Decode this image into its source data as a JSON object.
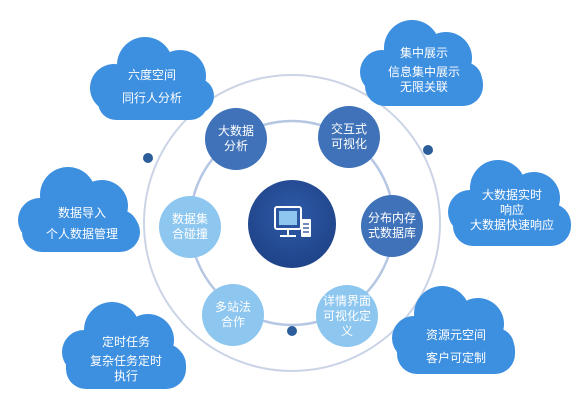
{
  "colors": {
    "cloud_blue": "#3d8fe0",
    "cloud_light": "#8ac3f0",
    "ring": "#c9d3e6",
    "inner_dark": "#3f72b8",
    "inner_mid": "#4a8ad0",
    "inner_light": "#8dc6ef",
    "center": "#254c97",
    "dot": "#2b5e9a"
  },
  "center": {
    "icon": "computer-monitor-icon"
  },
  "clouds": [
    {
      "name": "top-left",
      "lines": [
        "六度空间",
        "同行人分析"
      ]
    },
    {
      "name": "top-right",
      "lines": [
        "集中展示",
        "信息集中展示",
        "无限关联"
      ]
    },
    {
      "name": "mid-left",
      "lines": [
        "数据导入",
        "个人数据管理"
      ]
    },
    {
      "name": "mid-right",
      "lines": [
        "大数据实时",
        "响应",
        "大数据快速响应"
      ]
    },
    {
      "name": "bottom-left",
      "lines": [
        "定时任务",
        "复杂任务定时",
        "执行"
      ]
    },
    {
      "name": "bottom-right",
      "lines": [
        "资源元空间",
        "客户可定制"
      ]
    }
  ],
  "inner": [
    {
      "name": "big-data-analysis",
      "lines": [
        "大数据",
        "分析"
      ]
    },
    {
      "name": "interactive-visual",
      "lines": [
        "交互式",
        "可视化"
      ]
    },
    {
      "name": "distributed-db",
      "lines": [
        "分布内存",
        "式数据库"
      ]
    },
    {
      "name": "detail-ui",
      "lines": [
        "详情界面",
        "可视化定",
        "义"
      ]
    },
    {
      "name": "multi-station",
      "lines": [
        "多站法",
        "合作"
      ]
    },
    {
      "name": "dataset-collision",
      "lines": [
        "数据集",
        "合碰撞"
      ]
    }
  ]
}
